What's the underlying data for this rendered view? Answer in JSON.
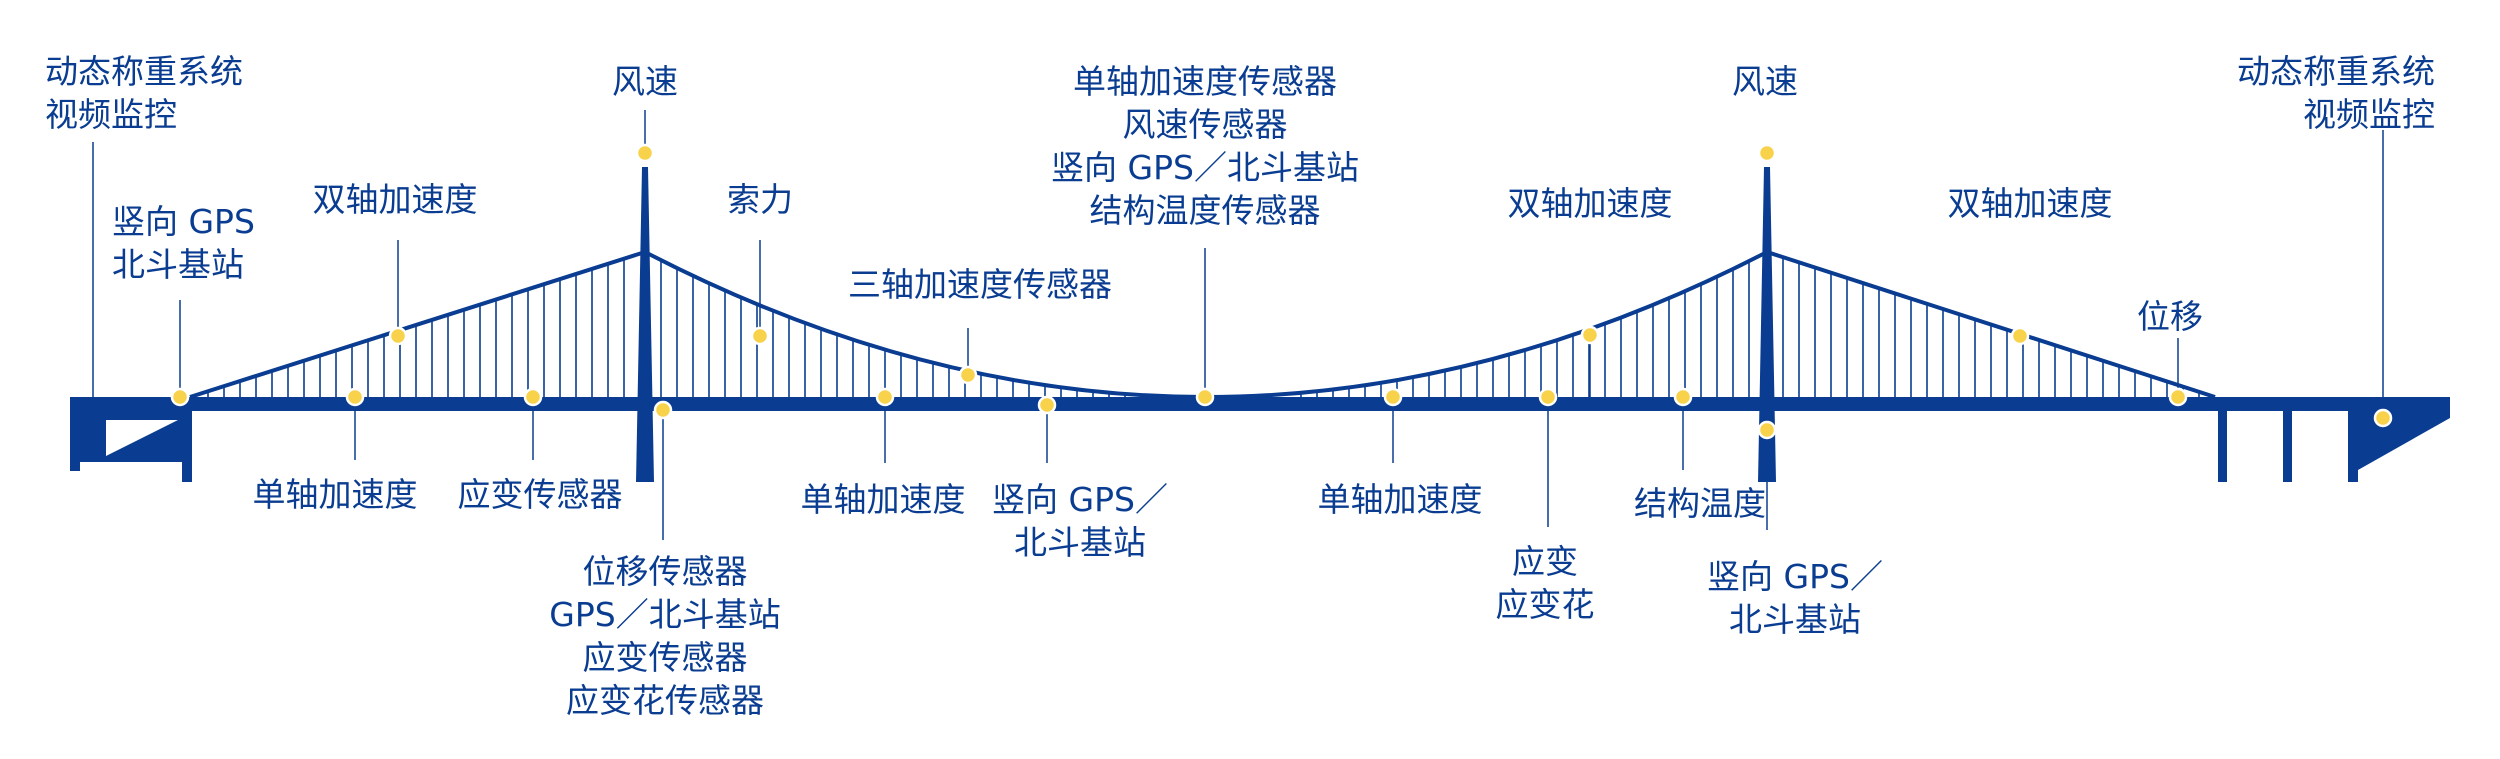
{
  "colors": {
    "structure": "#0a3d91",
    "sensor_fill": "#f7d24a",
    "sensor_ring": "#ffffff",
    "background": "#ffffff"
  },
  "labels": {
    "wim_left": "动态称重系统\n视频监控",
    "gps_left": "竖向 GPS\n北斗基站",
    "biaxial_left": "双轴加速度",
    "wind_left": "风速",
    "cable_force": "索力",
    "triaxial": "三轴加速度传感器",
    "midspan": "单轴加速度传感器\n风速传感器\n竖向 GPS／北斗基站\n结构温度传感器",
    "wind_right": "风速",
    "biaxial_right_1": "双轴加速度",
    "biaxial_right_2": "双轴加速度",
    "wim_right": "动态称重系统\n视频监控",
    "displacement_right": "位移",
    "uniaxial_1": "单轴加速度",
    "strain_sensor": "应变传感器",
    "tower_base": "位移传感器\nGPS／北斗基站\n应变传感器\n应变花传感器",
    "uniaxial_2": "单轴加速度",
    "gps_deck": "竖向 GPS／\n北斗基站",
    "uniaxial_3": "单轴加速度",
    "strain_rosette": "应变\n应变花",
    "struct_temp": "结构温度",
    "gps_right_tower": "竖向 GPS／\n北斗基站"
  }
}
